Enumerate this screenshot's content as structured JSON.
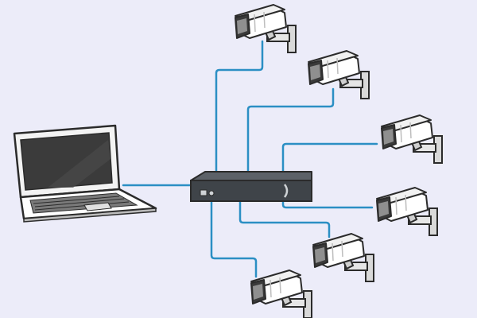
{
  "scene": {
    "background_color": "#ececf9",
    "cable_color": "#2b8fc4",
    "outline_color": "#2b2b2b",
    "icons": {
      "computer": "laptop-icon",
      "hub": "network-recorder-icon",
      "camera": "security-camera-icon"
    },
    "cameras": [
      {
        "id": "camera-1"
      },
      {
        "id": "camera-2"
      },
      {
        "id": "camera-3"
      },
      {
        "id": "camera-4"
      },
      {
        "id": "camera-5"
      },
      {
        "id": "camera-6"
      }
    ]
  }
}
